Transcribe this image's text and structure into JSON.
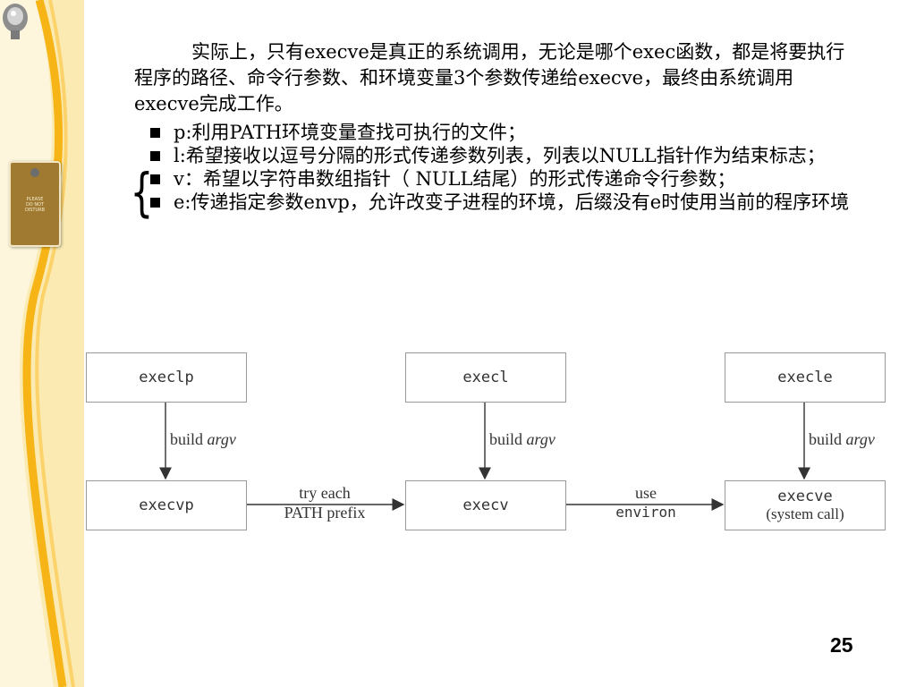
{
  "decor": {
    "sign_text": "PLEASE\nDO NOT\nDISTURB"
  },
  "intro": "实际上，只有execve是真正的系统调用，无论是哪个exec函数，都是将要执行程序的路径、命令行参数、和环境变量3个参数传递给execve，最终由系统调用execve完成工作。",
  "bullets": [
    "p:利用PATH环境变量查找可执行的文件；",
    "l:希望接收以逗号分隔的形式传递参数列表，列表以NULL指针作为结束标志；",
    "v：希望以字符串数组指针（ NULL结尾）的形式传递命令行参数；",
    "e:传递指定参数envp，允许改变子进程的环境，后缀没有e时使用当前的程序环境"
  ],
  "brace": "{",
  "diagram": {
    "boxes": {
      "execlp": "execlp",
      "execl": "execl",
      "execle": "execle",
      "execvp": "execvp",
      "execv": "execv",
      "execve": "execve",
      "execve_sub": "(system call)"
    },
    "edges": {
      "build": "build",
      "argv": "argv",
      "try_each": "try each",
      "path_prefix": "PATH prefix",
      "use": "use",
      "environ": "environ"
    }
  },
  "page_number": "25"
}
